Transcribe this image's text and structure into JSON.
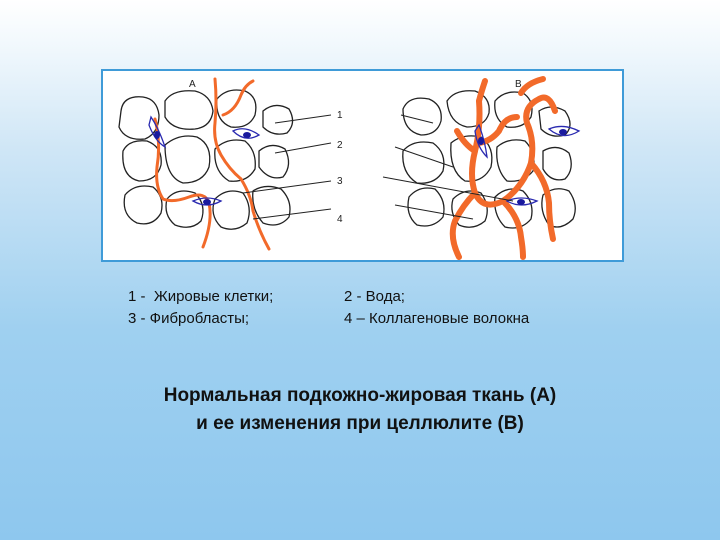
{
  "figure": {
    "panel_a_label": "A",
    "panel_b_label": "B",
    "callouts": [
      "1",
      "2",
      "3",
      "4"
    ],
    "colors": {
      "fiber": "#f26a2a",
      "cell_outline": "#222222",
      "fibroblast": "#2a2ab0",
      "frame": "#3f9bd8"
    }
  },
  "legend": {
    "items": [
      "1 -  Жировые клетки;",
      "2 - Вода;",
      "3 - Фибробласты;",
      "4 – Коллагеновые волокна"
    ]
  },
  "caption": {
    "line1": "Нормальная подкожно-жировая ткань (А)",
    "line2": "и ее изменения при целлюлите (В)"
  }
}
